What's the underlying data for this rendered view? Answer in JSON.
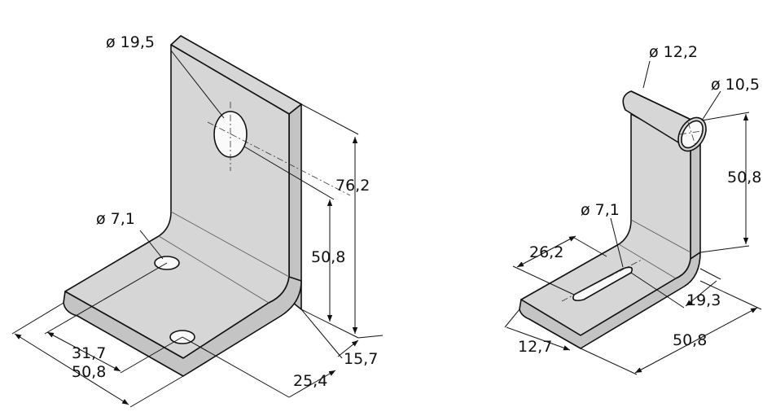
{
  "left_bracket": {
    "hole_top_diameter": "ø 19,5",
    "hole_bottom_diameter": "ø 7,1",
    "height_total": "76,2",
    "height_hole": "50,8",
    "thickness": "15,7",
    "hole_spacing": "31,7",
    "width": "50,8",
    "depth": "25,4"
  },
  "right_bracket": {
    "cylinder_outer_diameter": "ø 12,2",
    "cylinder_inner_diameter": "ø 10,5",
    "height": "50,8",
    "slot_diameter": "ø 7,1",
    "slot_length": "26,2",
    "slot_offset": "19,3",
    "slot_edge": "12,7",
    "width": "50,8"
  }
}
